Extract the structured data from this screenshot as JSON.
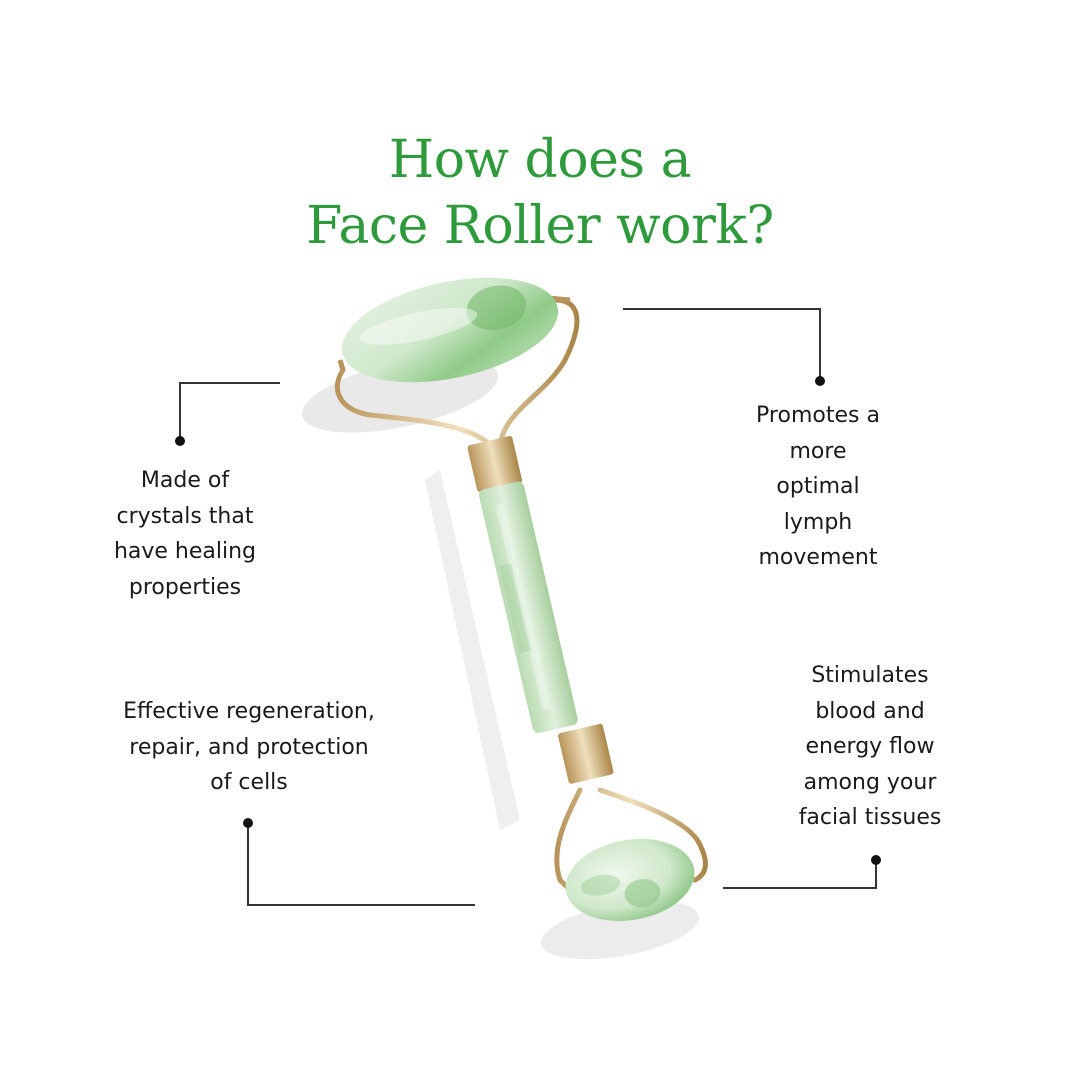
{
  "title": {
    "line1": "How does a",
    "line2": "Face Roller work?"
  },
  "colors": {
    "title_green": "#2e9a3c",
    "text": "#1a1a1a",
    "line": "#333333",
    "jade_light": "#d6ecd6",
    "jade_mid": "#a8d4a2",
    "jade_dark": "#5fae5a",
    "gold": "#c9a96b"
  },
  "callouts": [
    {
      "id": "crystals",
      "text": "Made of\ncrystals that\nhave healing\nproperties",
      "position": "left-top"
    },
    {
      "id": "lymph",
      "text": "Promotes a\nmore\noptimal\nlymph\nmovement",
      "position": "right-top"
    },
    {
      "id": "cells",
      "text": "Effective regeneration,\nrepair, and protection\nof cells",
      "position": "left-bottom"
    },
    {
      "id": "blood",
      "text": "Stimulates\nblood and\nenergy flow\namong your\nfacial tissues",
      "position": "right-bottom"
    }
  ],
  "product": {
    "name": "jade face roller",
    "icon": "jade-roller-icon"
  }
}
